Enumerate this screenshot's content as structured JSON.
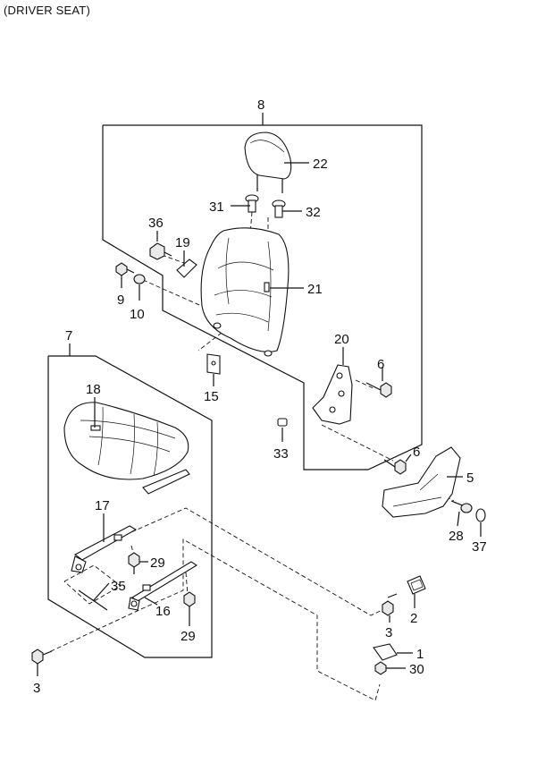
{
  "title": "(DRIVER SEAT)",
  "labels": {
    "l1": "1",
    "l2": "2",
    "l3a": "3",
    "l3b": "3",
    "l5": "5",
    "l6a": "6",
    "l6b": "6",
    "l7": "7",
    "l8": "8",
    "l9": "9",
    "l10": "10",
    "l15": "15",
    "l16": "16",
    "l17": "17",
    "l18": "18",
    "l19": "19",
    "l20": "20",
    "l21": "21",
    "l22": "22",
    "l28": "28",
    "l29a": "29",
    "l29b": "29",
    "l30": "30",
    "l31": "31",
    "l32": "32",
    "l33": "33",
    "l35": "35",
    "l36": "36",
    "l37": "37"
  }
}
